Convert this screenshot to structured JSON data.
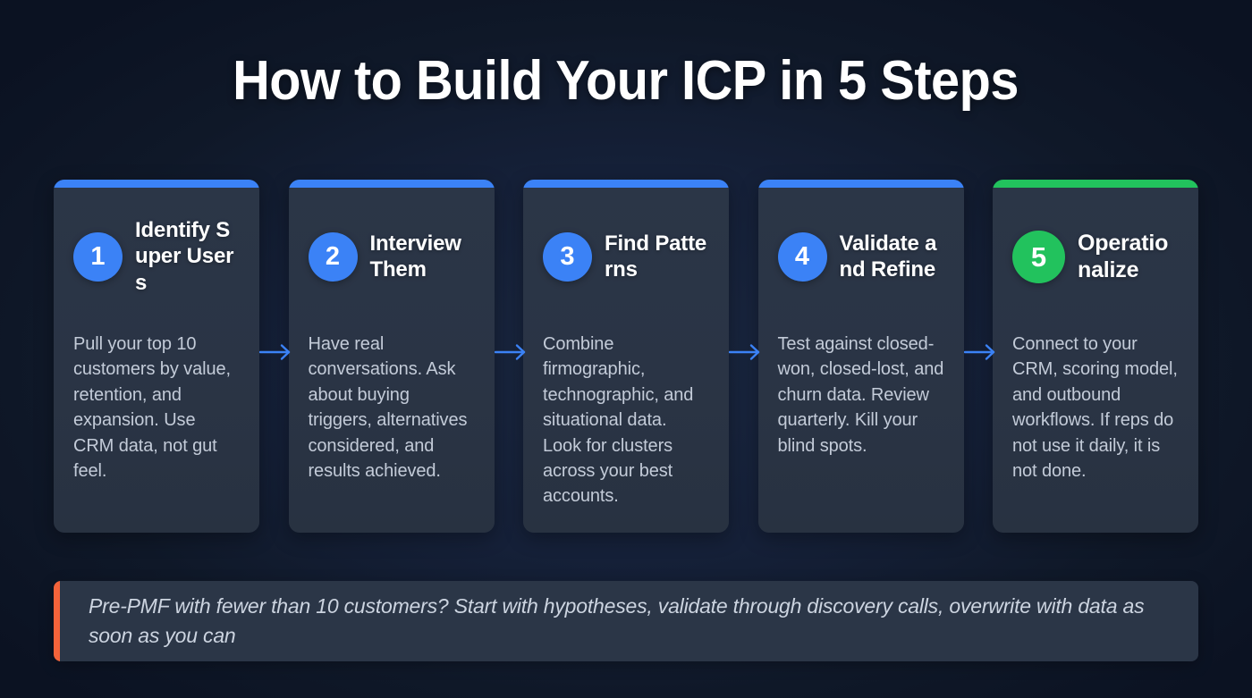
{
  "header": {
    "title": "How to Build Your ICP in 5 Steps"
  },
  "colors": {
    "background": "#0d1526",
    "card": "#2b3647",
    "accent_blue": "#3b82f6",
    "accent_green": "#22c25d",
    "footnote_bar": "#f4633a",
    "title_text": "#ffffff",
    "body_text": "#c3cbd8"
  },
  "steps": [
    {
      "number": "1",
      "title": "Identify Super Users",
      "body": "Pull your top 10 customers by value, retention, and expansion. Use CRM data, not gut feel.",
      "accent": "blue"
    },
    {
      "number": "2",
      "title": "Interview Them",
      "body": "Have real conversations. Ask about buying triggers, alternatives considered, and results achieved.",
      "accent": "blue"
    },
    {
      "number": "3",
      "title": "Find Patterns",
      "body": "Combine firmographic, technographic, and situational data. Look for clusters across your best accounts.",
      "accent": "blue"
    },
    {
      "number": "4",
      "title": "Validate and Refine",
      "body": "Test against closed-won, closed-lost, and churn data. Review quarterly. Kill your blind spots.",
      "accent": "blue"
    },
    {
      "number": "5",
      "title": "Operationalize",
      "body": "Connect to your CRM, scoring model, and outbound workflows. If reps do not use it daily, it is not done.",
      "accent": "green"
    }
  ],
  "connectors": [
    {
      "name": "arrow-step-1-to-2"
    },
    {
      "name": "arrow-step-2-to-3"
    },
    {
      "name": "arrow-step-3-to-4"
    },
    {
      "name": "arrow-step-4-to-5"
    }
  ],
  "footnote": {
    "text": "Pre-PMF with fewer than 10 customers? Start with hypotheses, validate through discovery calls, overwrite with data as soon as you can"
  }
}
